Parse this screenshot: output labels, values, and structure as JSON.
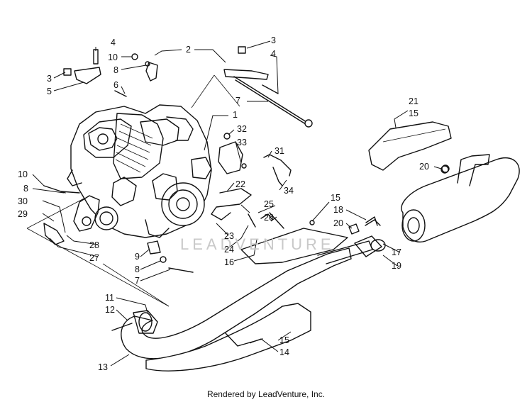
{
  "watermark": "LEADVENTURE",
  "credit": "Rendered by LeadVenture, Inc.",
  "callouts": [
    "4",
    "10",
    "8",
    "3",
    "5",
    "6",
    "2",
    "3",
    "4",
    "7",
    "1",
    "32",
    "33",
    "31",
    "21",
    "15",
    "20",
    "10",
    "8",
    "30",
    "29",
    "28",
    "27",
    "22",
    "25",
    "26",
    "34",
    "23",
    "24",
    "16",
    "15",
    "18",
    "20",
    "17",
    "19",
    "9",
    "8",
    "7",
    "11",
    "12",
    "13",
    "15",
    "14"
  ]
}
